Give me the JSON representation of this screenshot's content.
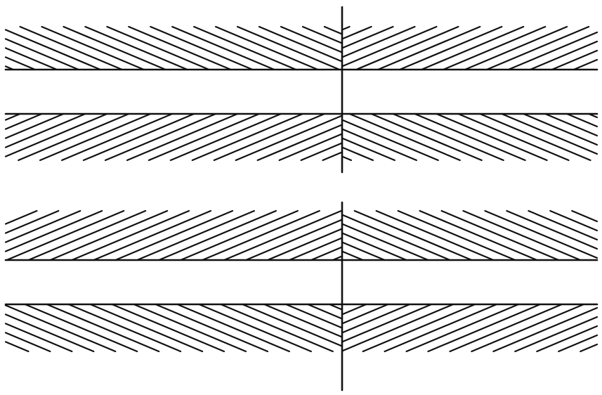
{
  "figure": {
    "kind": "line-illusion",
    "ink_color": "#111111",
    "background_color": "#ffffff",
    "bands": [
      {
        "id": "band-1",
        "left_hatch": "down-right",
        "right_hatch": "up-right"
      },
      {
        "id": "band-2",
        "left_hatch": "up-right",
        "right_hatch": "down-right"
      },
      {
        "id": "band-3",
        "left_hatch": "up-right",
        "right_hatch": "down-right"
      },
      {
        "id": "band-4",
        "left_hatch": "down-right",
        "right_hatch": "up-right"
      }
    ]
  }
}
